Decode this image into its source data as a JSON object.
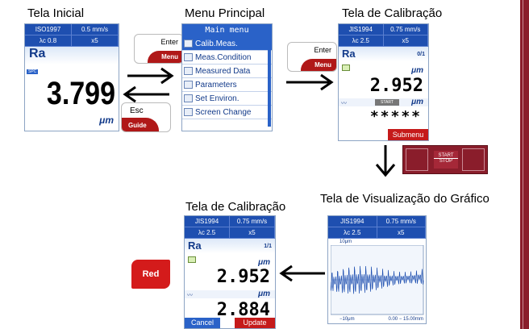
{
  "titles": {
    "initial": "Tela Inicial",
    "main_menu": "Menu Principal",
    "calib_top": "Tela de Calibração",
    "graph": "Tela de Visualização do Gráfico",
    "calib_bottom": "Tela de Calibração"
  },
  "initial_screen": {
    "std": "ISO1997",
    "speed": "0.5 mm/s",
    "cutoff": "λc 0.8",
    "mag": "x5",
    "param": "Ra",
    "value": "3.799",
    "unit": "μm",
    "tag": "SPC"
  },
  "keys": {
    "enter_top": "Enter",
    "enter_bot": "Menu",
    "esc_top": "Esc",
    "esc_bot": "Guide",
    "enter2_top": "Enter",
    "enter2_bot": "Menu"
  },
  "main_menu": {
    "header": "Main menu",
    "items": [
      "Calib.Meas.",
      "Meas.Condition",
      "Measured Data",
      "Parameters",
      "Set Environ.",
      "Screen Change"
    ]
  },
  "calib_top": {
    "std": "JIS1994",
    "speed": "0.75 mm/s",
    "cutoff": "λc 2.5",
    "mag": "x5",
    "param": "Ra",
    "page": "0/1",
    "unit": "μm",
    "value": "2.952",
    "start_label": "START",
    "unit2": "μm",
    "stars": "*****",
    "submenu": "Submenu"
  },
  "start_stop_key": {
    "top": "START",
    "bottom": "STOP"
  },
  "graph_screen": {
    "std": "JIS1994",
    "speed": "0.75 mm/s",
    "cutoff": "λc 2.5",
    "mag": "x5",
    "y_top": "10μm",
    "y_bottom": "−10μm",
    "x_range": "0.00 − 15.00mm"
  },
  "calib_bottom": {
    "std": "JIS1994",
    "speed": "0.75 mm/s",
    "cutoff": "λc 2.5",
    "mag": "x5",
    "param": "Ra",
    "page": "1/1",
    "unit": "μm",
    "value1": "2.952",
    "unit2": "μm",
    "value2": "2.884",
    "cancel": "Cancel",
    "update": "Update"
  },
  "red_key": "Red"
}
